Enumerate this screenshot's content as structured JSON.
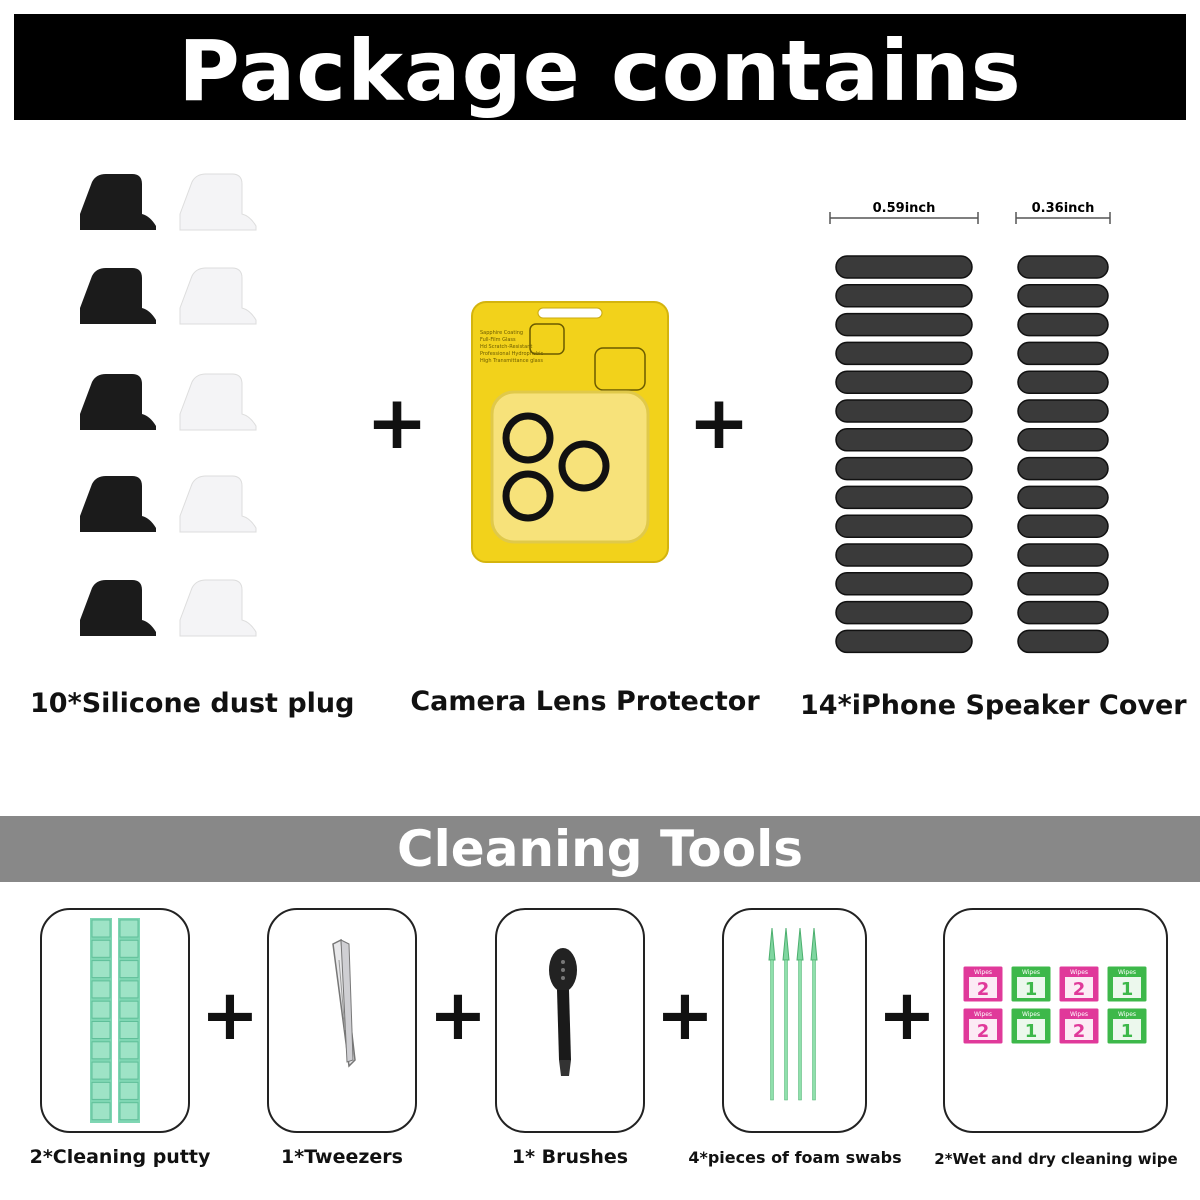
{
  "header": {
    "title": "Package contains"
  },
  "items": [
    {
      "caption": "10*Silicone dust plug"
    },
    {
      "caption": "Camera Lens Protector"
    },
    {
      "caption": "14*iPhone Speaker Cover"
    }
  ],
  "speaker": {
    "dim_left": "0.59inch",
    "dim_right": "0.36inch"
  },
  "lens_card_text": [
    "Sapphire Coating",
    "Full-Film Glass",
    "Hd Scratch-Resistant",
    "Professional Hydrophobic",
    "High Transmittance glass"
  ],
  "plus_symbol": "+",
  "cleaning": {
    "title": "Cleaning Tools"
  },
  "tools": [
    {
      "caption": "2*Cleaning putty",
      "icon": "cleaning-putty-icon"
    },
    {
      "caption": "1*Tweezers",
      "icon": "tweezers-icon"
    },
    {
      "caption": "1* Brushes",
      "icon": "brush-icon"
    },
    {
      "caption": "4*pieces of foam swabs",
      "icon": "foam-swab-icon"
    },
    {
      "caption": "2*Wet and dry cleaning wipe",
      "icon": "cleaning-wipe-icon"
    }
  ],
  "wipes": [
    {
      "num": "2",
      "label": "Wipes",
      "color": "#e0399a"
    },
    {
      "num": "1",
      "label": "Wipes",
      "color": "#3db84a"
    },
    {
      "num": "2",
      "label": "Wipes",
      "color": "#e0399a"
    },
    {
      "num": "1",
      "label": "Wipes",
      "color": "#3db84a"
    },
    {
      "num": "2",
      "label": "Wipes",
      "color": "#e0399a"
    },
    {
      "num": "1",
      "label": "Wipes",
      "color": "#3db84a"
    },
    {
      "num": "2",
      "label": "Wipes",
      "color": "#e0399a"
    },
    {
      "num": "1",
      "label": "Wipes",
      "color": "#3db84a"
    }
  ],
  "colors": {
    "banner_top": "#000000",
    "banner_mid": "#888888",
    "lens_card": "#f2d21b",
    "putty": "#7fd6b3"
  }
}
